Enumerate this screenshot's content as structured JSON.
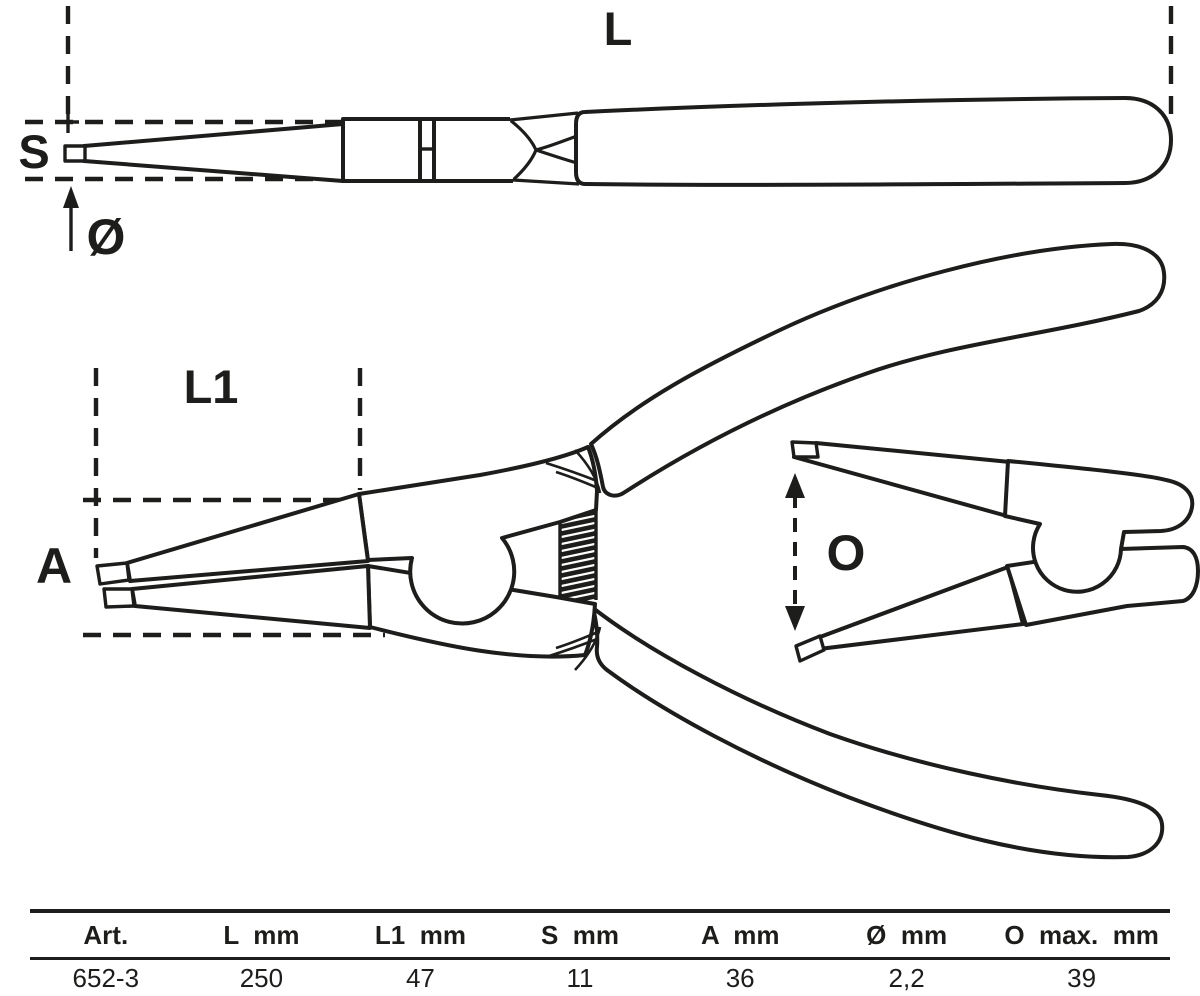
{
  "drawing": {
    "labels": {
      "total_length": "L",
      "tip_width": "S",
      "tip_diameter": "Ø",
      "jaw_length": "L1",
      "jaw_offset": "A",
      "max_opening": "O"
    }
  },
  "table": {
    "headers": [
      "Art.",
      "L  mm",
      "L1  mm",
      "S  mm",
      "A  mm",
      "Ø  mm",
      "O  max.  mm"
    ],
    "row": [
      "652-3",
      "250",
      "47",
      "11",
      "36",
      "2,2",
      "39"
    ]
  },
  "colors": {
    "line": "#1d1d1b",
    "background": "#ffffff"
  }
}
